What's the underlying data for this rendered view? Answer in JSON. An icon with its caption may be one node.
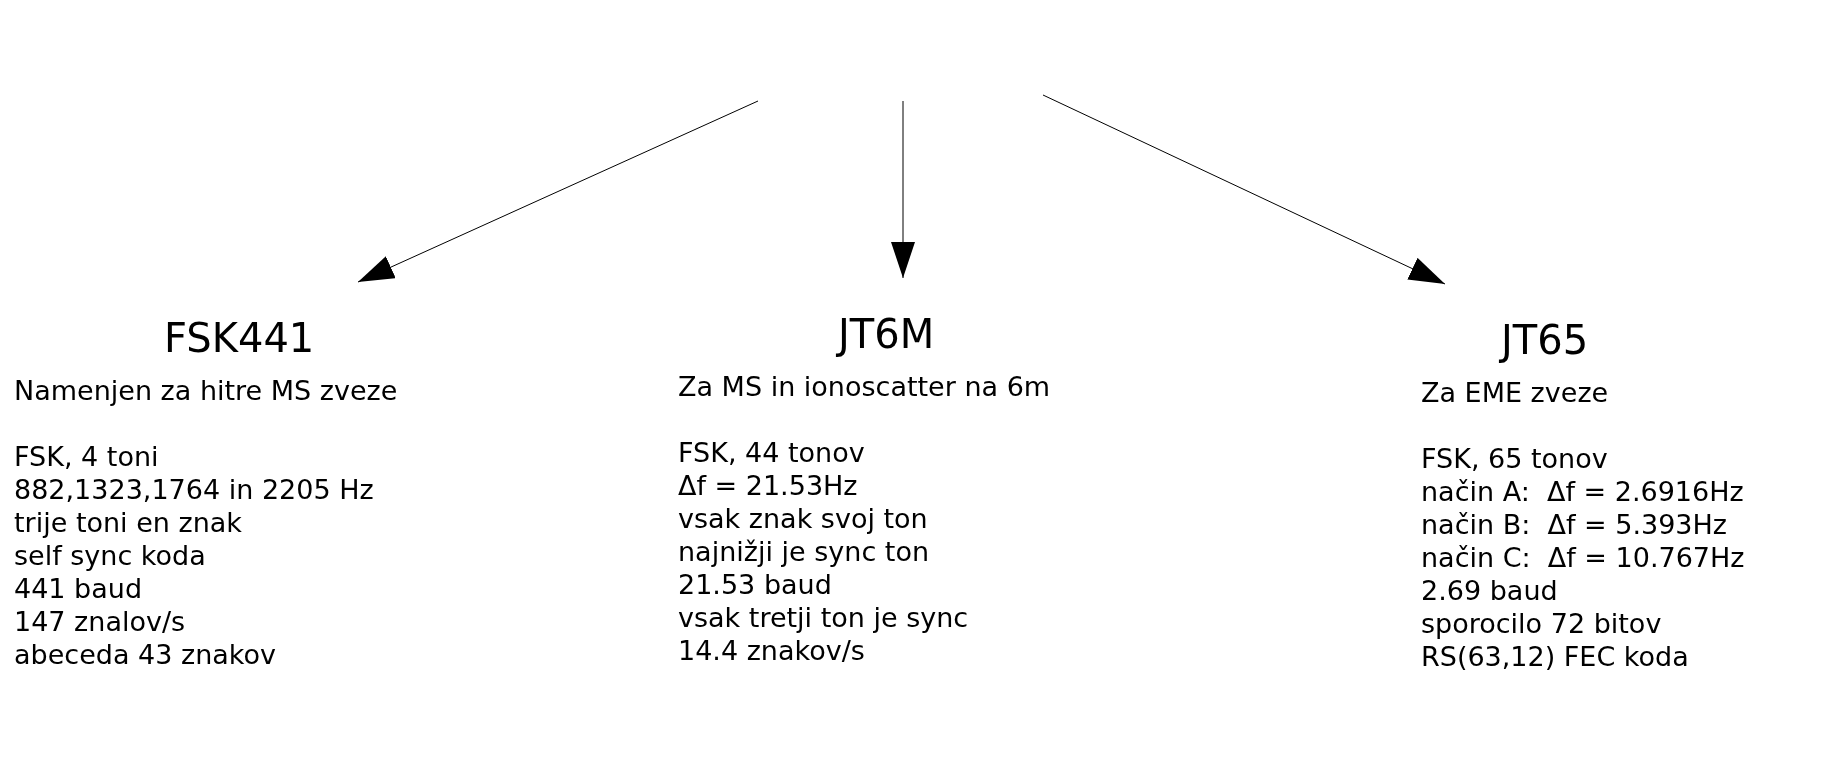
{
  "diagram": {
    "nodes": [
      {
        "text": [
          "FSK441",
          "Namenjen za hitre MS zveze",
          "FSK, 4 toni",
          "882,1323,1764 in 2205 Hz",
          "trije toni en znak",
          "self sync koda",
          "441 baud",
          "147 znalov/s",
          "abeceda 43 znakov"
        ]
      },
      {
        "text": [
          "JT6M",
          "Za MS in ionoscatter na 6m",
          "FSK, 44 tonov",
          "Δf = 21.53Hz",
          "vsak znak svoj ton",
          "najnižji je sync ton",
          "21.53 baud",
          "vsak tretji ton je sync",
          "14.4 znakov/s"
        ]
      },
      {
        "text": [
          "JT65",
          "Za EME zveze",
          "FSK, 65 tonov",
          "način A:  Δf = 2.6916Hz",
          "način B:  Δf = 5.393Hz",
          "način C:  Δf = 10.767Hz",
          "2.69 baud",
          "sporocilo 72 bitov",
          "RS(63,12) FEC koda"
        ]
      }
    ],
    "edges": [
      {
        "from": null,
        "to": 0,
        "arrow": "to"
      },
      {
        "from": null,
        "to": 1,
        "arrow": "to"
      },
      {
        "from": null,
        "to": 2,
        "arrow": "to"
      }
    ]
  }
}
